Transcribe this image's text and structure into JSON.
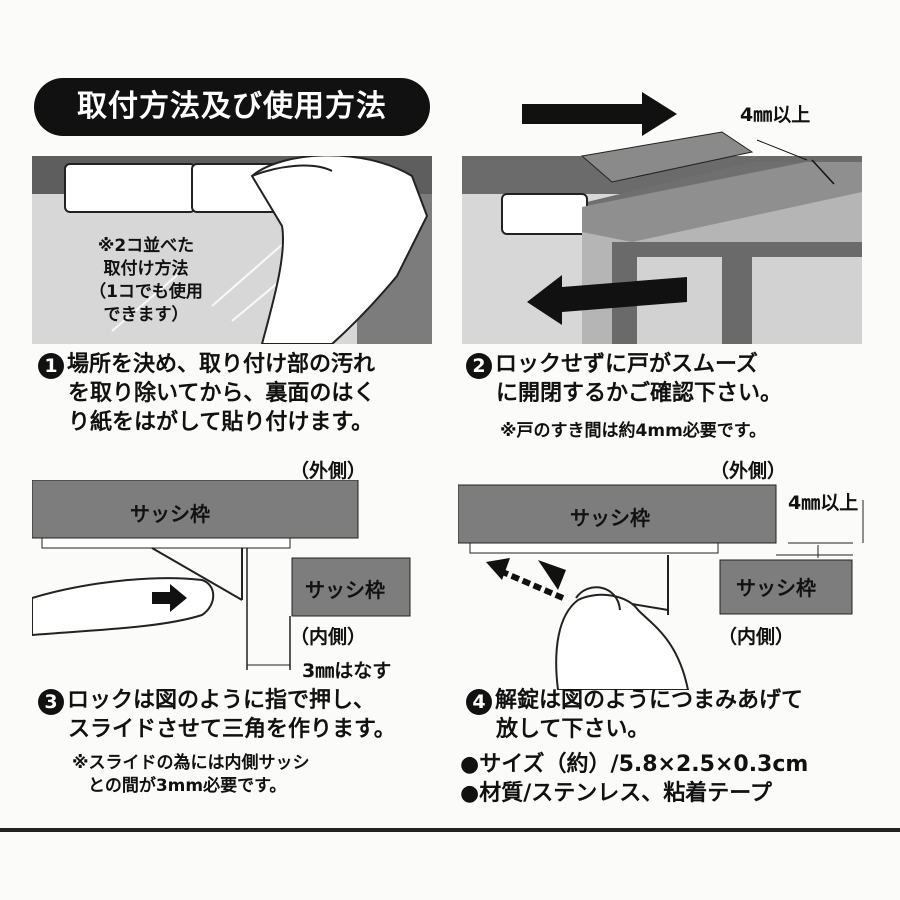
{
  "title": "取付方法及び使用方法",
  "panel1": {
    "note_lines": [
      "※2コ並べた",
      "取付け方法",
      "（1コでも使用",
      "できます）"
    ]
  },
  "panel2": {
    "gap_label": "4㎜以上"
  },
  "step1": {
    "number": "1",
    "lines": [
      "場所を決め、取り付け部の汚れ",
      "を取り除いてから、裏面のはく",
      "り紙をはがして貼り付けます。"
    ]
  },
  "step2": {
    "number": "2",
    "lines": [
      "ロックせずに戸がスムーズ",
      "に開閉するかご確認下さい。"
    ],
    "note": "※戸のすき間は約4mm必要です。"
  },
  "panel3": {
    "outside": "（外側）",
    "frame_top": "サッシ枠",
    "frame_bottom": "サッシ枠",
    "inside": "（内側）",
    "gap": "3㎜はなす"
  },
  "panel4": {
    "outside": "（外側）",
    "frame_top": "サッシ枠",
    "frame_bottom": "サッシ枠",
    "inside": "（内側）",
    "gap": "4㎜以上"
  },
  "step3": {
    "number": "3",
    "lines": [
      "ロックは図のように指で押し、",
      "スライドさせて三角を作ります。"
    ],
    "notes": [
      "※スライドの為には内側サッシ",
      "との間が3mm必要です。"
    ]
  },
  "step4": {
    "number": "4",
    "lines": [
      "解錠は図のようにつまみあげて",
      "放して下さい。"
    ]
  },
  "specs": [
    "●サイズ（約）/5.8×2.5×0.3cm",
    "●材質/ステンレス、粘着テープ"
  ]
}
